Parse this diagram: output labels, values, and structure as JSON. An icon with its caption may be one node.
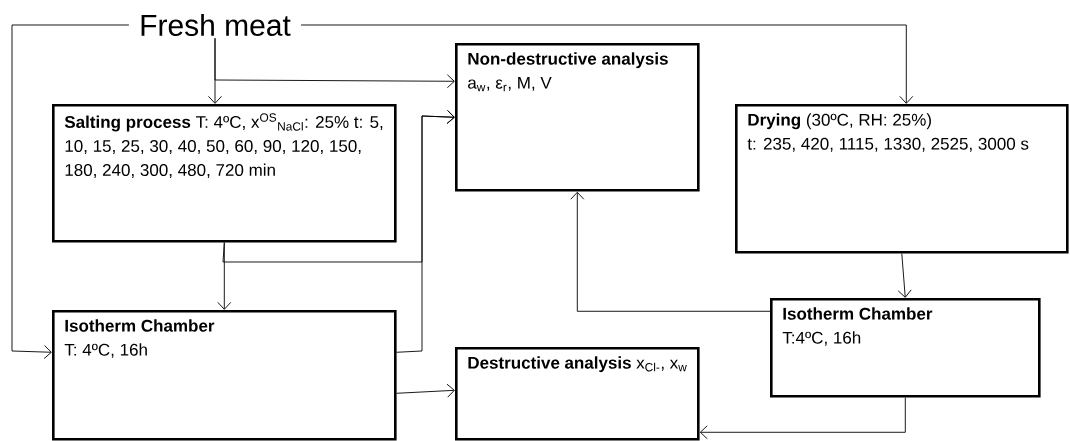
{
  "diagram": {
    "nodes": [
      {
        "text": [
          "Fresh meat"
        ]
      },
      {
        "text": [
          "Salting process",
          "T: 4ºC, x$^{OS}$$_{NaCl}$: 25% t: 5, 10, 15, 25, 30, 40, 50, 60, 90, 120, 150, 180, 240, 300, 480, 720 min"
        ]
      },
      {
        "text": [
          "Non-destructive analysis",
          "a$_{w}$, ε$_{r}$, M, V"
        ]
      },
      {
        "text": [
          "Drying",
          "(30ºC, RH: 25%)",
          "t: 235, 420, 1115, 1330, 2525, 3000 s"
        ]
      },
      {
        "text": [
          "Isotherm Chamber",
          "T: 4ºC, 16h"
        ]
      },
      {
        "text": [
          "Destructive analysis",
          "x$_{Cl-}$, x$_{w}$"
        ]
      },
      {
        "text": [
          "Isotherm Chamber",
          "T:4ºC, 16h"
        ]
      }
    ],
    "edges": [
      {
        "from": 0,
        "to": 1,
        "arrow": "to"
      },
      {
        "from": 0,
        "to": 2,
        "arrow": "to"
      },
      {
        "from": 0,
        "to": 3,
        "arrow": "to"
      },
      {
        "from": 0,
        "to": 4,
        "arrow": "to"
      },
      {
        "from": 1,
        "to": 4,
        "arrow": "to"
      },
      {
        "from": 1,
        "to": 2,
        "arrow": "to"
      },
      {
        "from": 4,
        "to": 2,
        "arrow": "to"
      },
      {
        "from": 4,
        "to": 5,
        "arrow": "to"
      },
      {
        "from": 3,
        "to": 6,
        "arrow": "to"
      },
      {
        "from": 6,
        "to": 2,
        "arrow": "to"
      },
      {
        "from": 6,
        "to": 5,
        "arrow": "to"
      }
    ]
  }
}
